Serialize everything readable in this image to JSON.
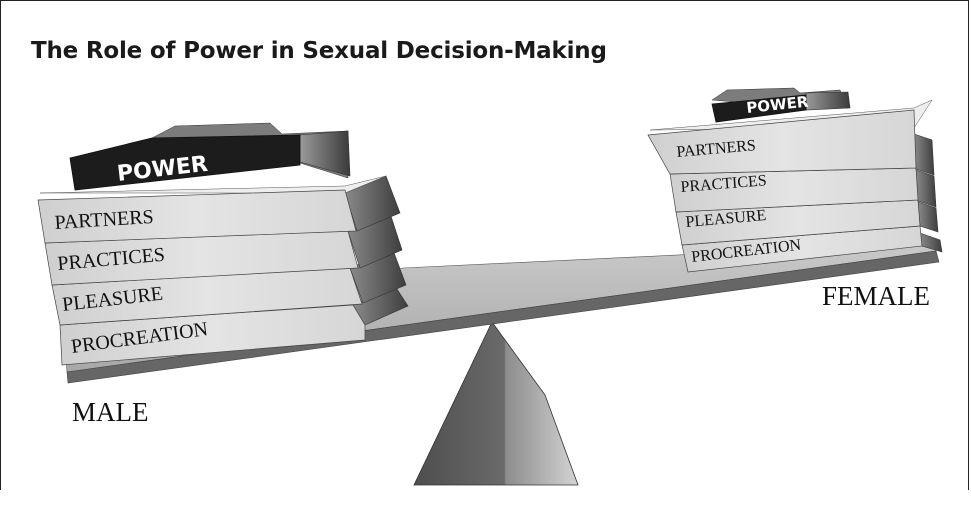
{
  "title": "The Role of Power in Sexual Decision-Making",
  "male": {
    "label": "MALE",
    "power_label": "POWER",
    "books": [
      "PARTNERS",
      "PRACTICES",
      "PLEASURE",
      "PROCREATION"
    ]
  },
  "female": {
    "label": "FEMALE",
    "power_label": "POWER",
    "books": [
      "PARTNERS",
      "PRACTICES",
      "PLEASURE",
      "PROCREATION"
    ]
  },
  "colors": {
    "book_face": "#dcdcdc",
    "book_side": "#6f6f6f",
    "beam_top": "#b9b9b9",
    "beam_front": "#6a6a6a",
    "power_dark": "#1c1c1c",
    "fulcrum_dark": "#5a5a5a"
  }
}
